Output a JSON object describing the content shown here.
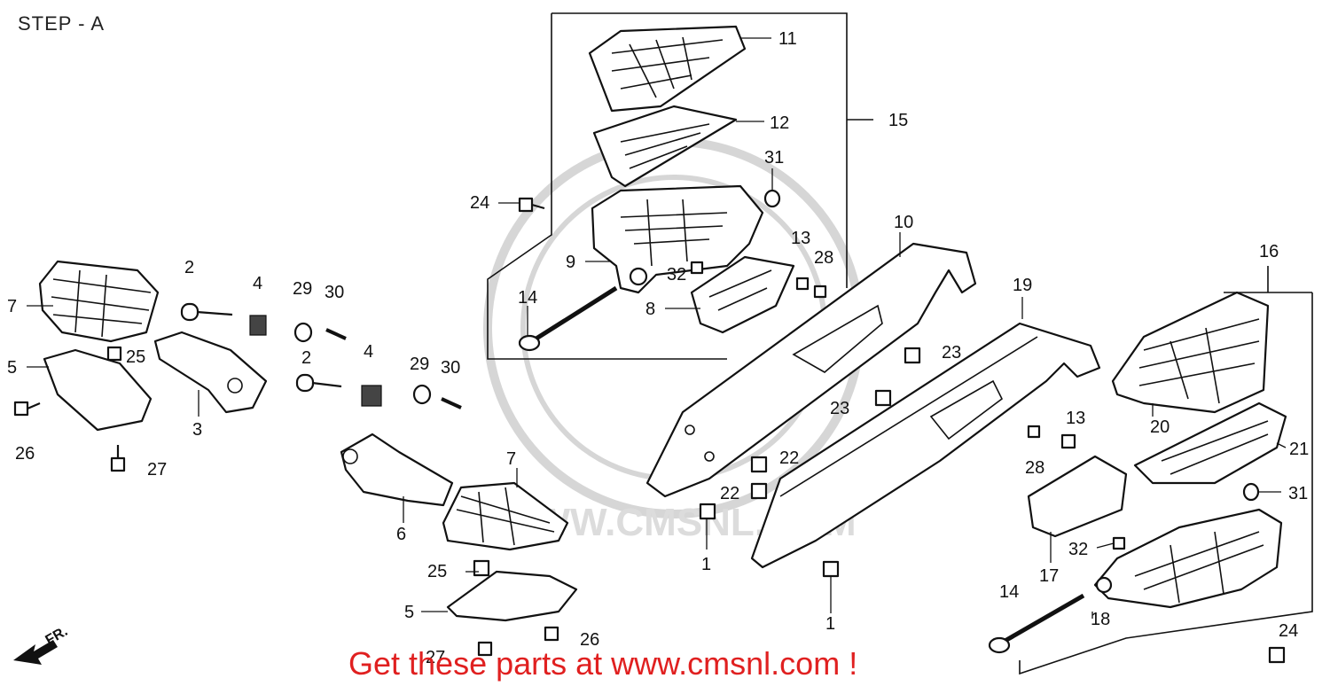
{
  "title": "STEP - A",
  "promo_text": "Get these parts at www.cmsnl.com !",
  "watermark_text": "WWW.CMSNL.COM",
  "fr_label": "FR.",
  "callouts": [
    {
      "id": "c-11",
      "label": "11"
    },
    {
      "id": "c-12",
      "label": "12"
    },
    {
      "id": "c-15",
      "label": "15"
    },
    {
      "id": "c-31a",
      "label": "31"
    },
    {
      "id": "c-24a",
      "label": "24"
    },
    {
      "id": "c-13a",
      "label": "13"
    },
    {
      "id": "c-28a",
      "label": "28"
    },
    {
      "id": "c-10",
      "label": "10"
    },
    {
      "id": "c-9",
      "label": "9"
    },
    {
      "id": "c-32a",
      "label": "32"
    },
    {
      "id": "c-14a",
      "label": "14"
    },
    {
      "id": "c-8",
      "label": "8"
    },
    {
      "id": "c-19",
      "label": "19"
    },
    {
      "id": "c-16",
      "label": "16"
    },
    {
      "id": "c-7a",
      "label": "7"
    },
    {
      "id": "c-2a",
      "label": "2"
    },
    {
      "id": "c-4a",
      "label": "4"
    },
    {
      "id": "c-29a",
      "label": "29"
    },
    {
      "id": "c-30a",
      "label": "30"
    },
    {
      "id": "c-25a",
      "label": "25"
    },
    {
      "id": "c-5a",
      "label": "5"
    },
    {
      "id": "c-3",
      "label": "3"
    },
    {
      "id": "c-26a",
      "label": "26"
    },
    {
      "id": "c-27a",
      "label": "27"
    },
    {
      "id": "c-2b",
      "label": "2"
    },
    {
      "id": "c-4b",
      "label": "4"
    },
    {
      "id": "c-29b",
      "label": "29"
    },
    {
      "id": "c-30b",
      "label": "30"
    },
    {
      "id": "c-23a",
      "label": "23"
    },
    {
      "id": "c-23b",
      "label": "23"
    },
    {
      "id": "c-22a",
      "label": "22"
    },
    {
      "id": "c-22b",
      "label": "22"
    },
    {
      "id": "c-20",
      "label": "20"
    },
    {
      "id": "c-21",
      "label": "21"
    },
    {
      "id": "c-13b",
      "label": "13"
    },
    {
      "id": "c-28b",
      "label": "28"
    },
    {
      "id": "c-31b",
      "label": "31"
    },
    {
      "id": "c-7b",
      "label": "7"
    },
    {
      "id": "c-6",
      "label": "6"
    },
    {
      "id": "c-1a",
      "label": "1"
    },
    {
      "id": "c-1b",
      "label": "1"
    },
    {
      "id": "c-17",
      "label": "17"
    },
    {
      "id": "c-32b",
      "label": "32"
    },
    {
      "id": "c-25b",
      "label": "25"
    },
    {
      "id": "c-5b",
      "label": "5"
    },
    {
      "id": "c-14b",
      "label": "14"
    },
    {
      "id": "c-18",
      "label": "18"
    },
    {
      "id": "c-24b",
      "label": "24"
    },
    {
      "id": "c-26b",
      "label": "26"
    },
    {
      "id": "c-27b",
      "label": "27"
    }
  ]
}
